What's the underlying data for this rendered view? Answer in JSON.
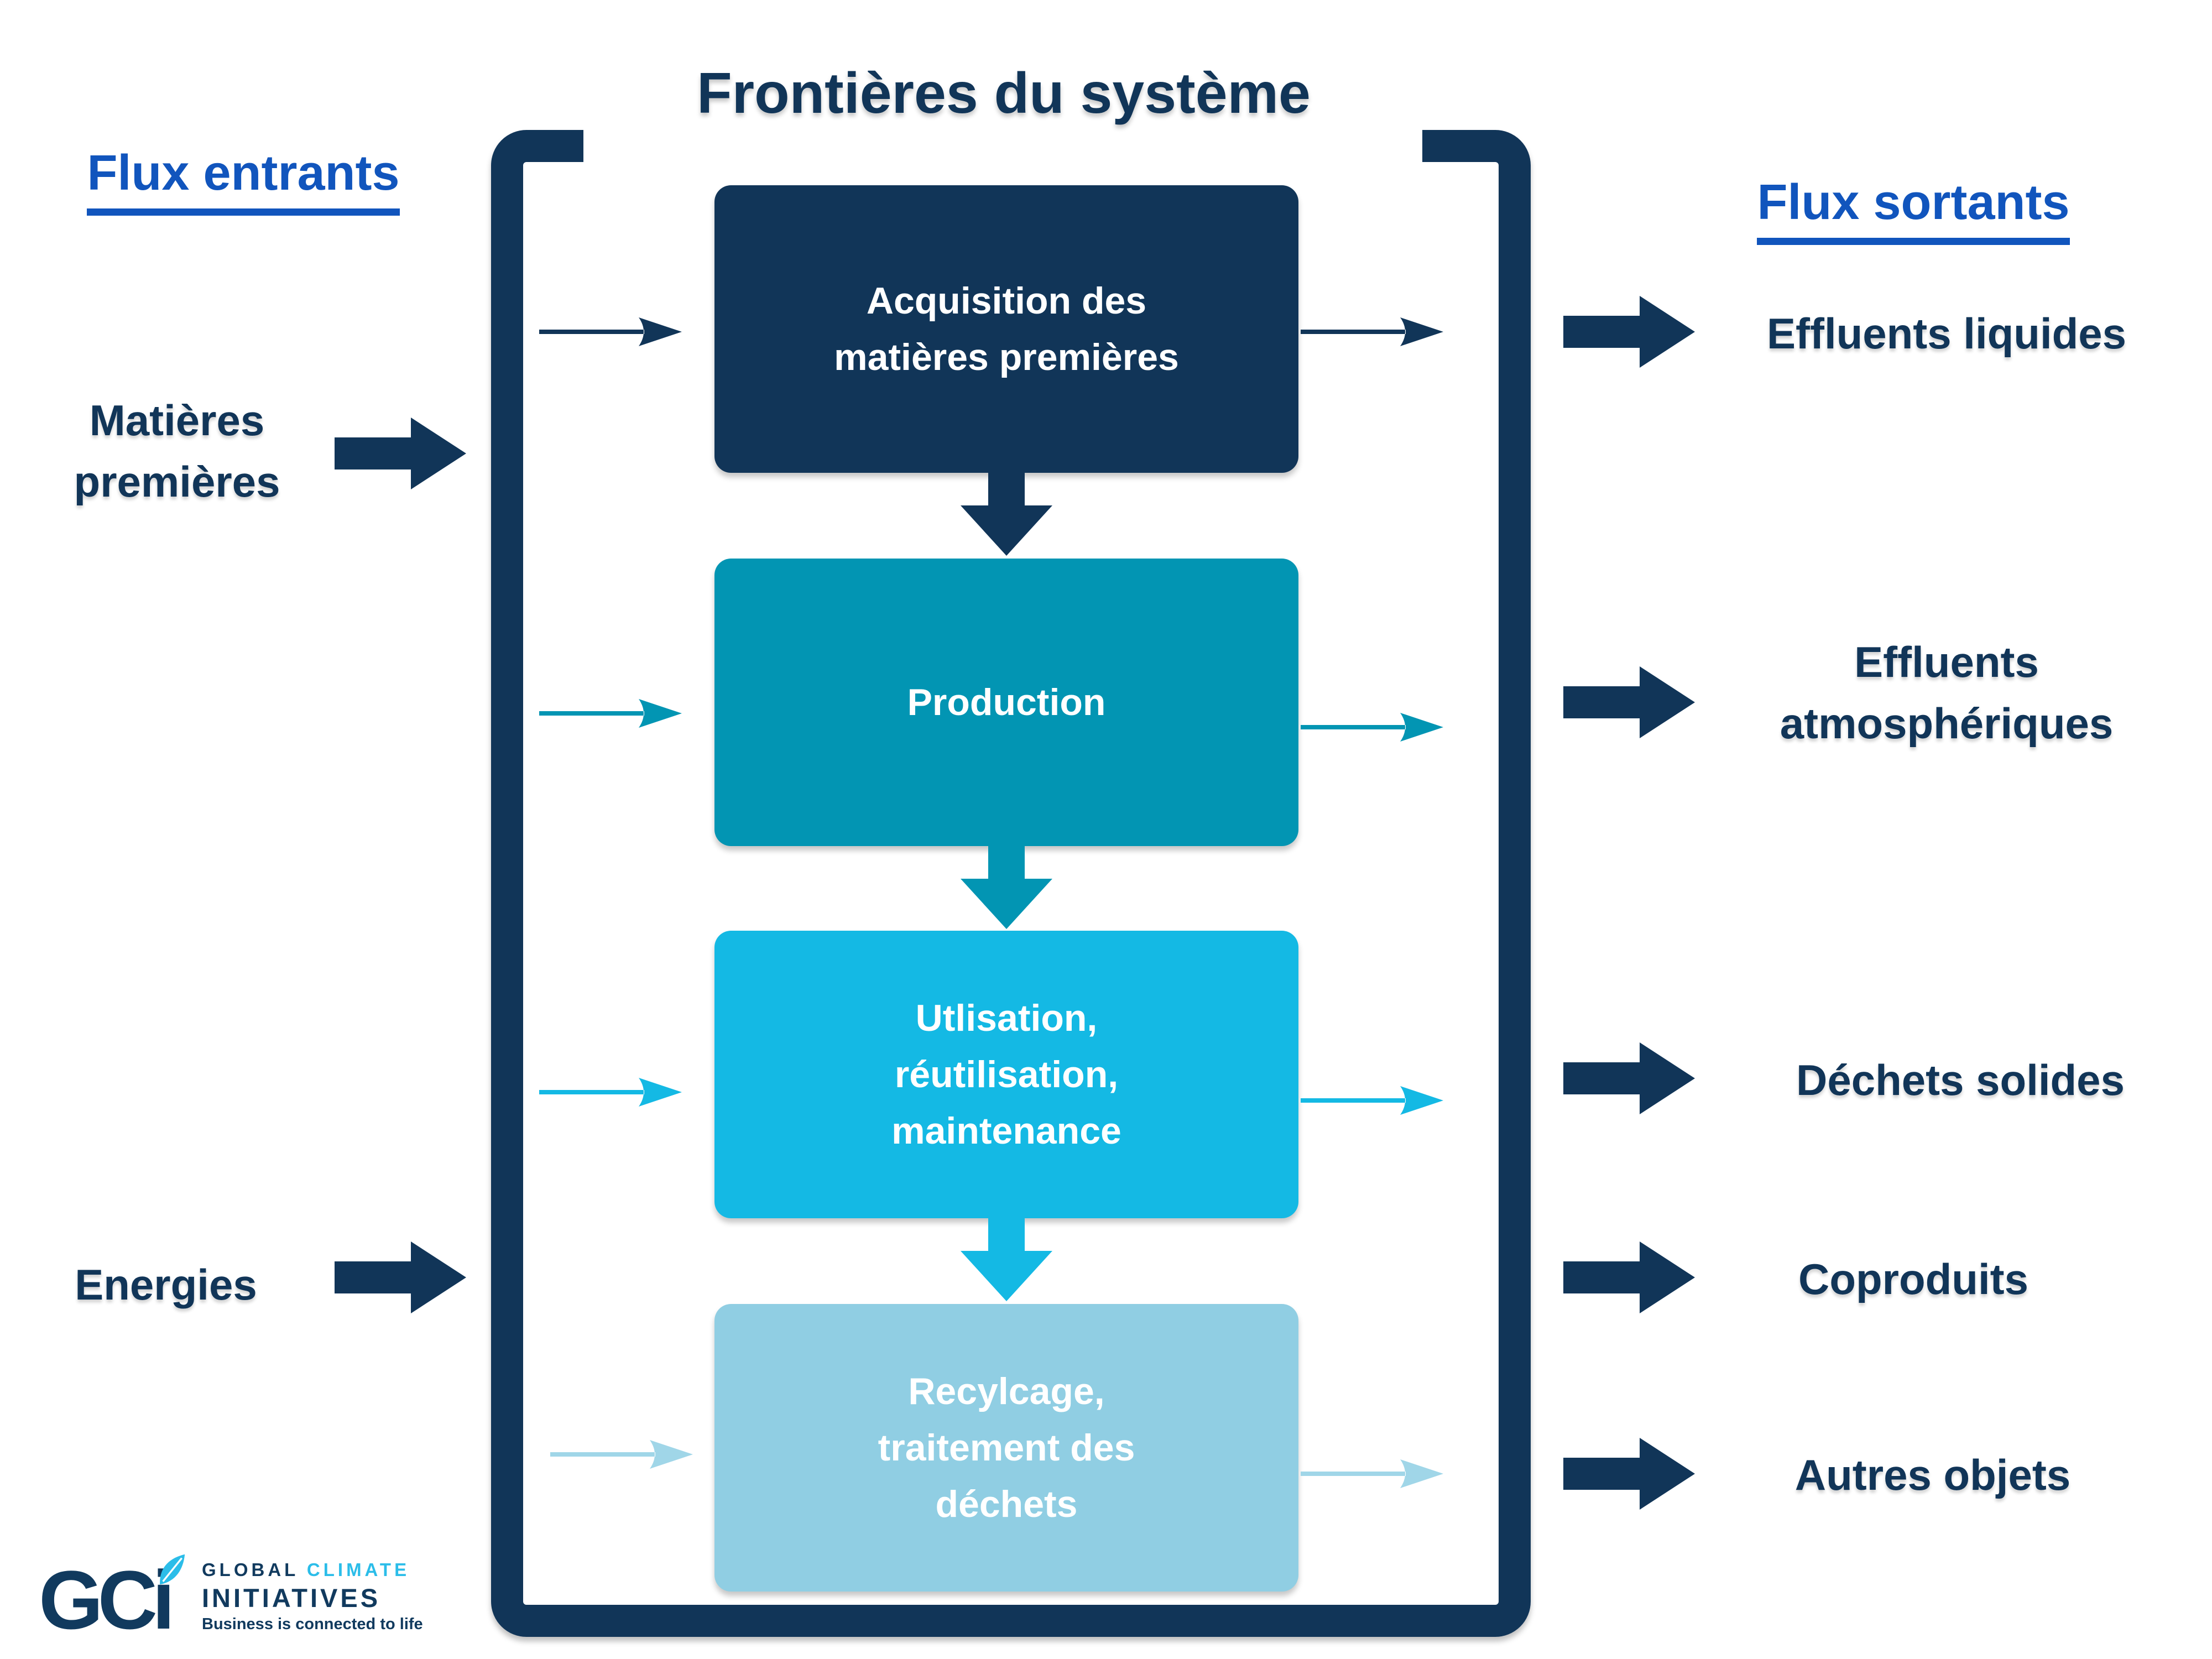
{
  "title": "Frontières du système",
  "inflows": {
    "heading": "Flux entrants",
    "items": [
      {
        "label": "Matières\npremières"
      },
      {
        "label": "Energies"
      }
    ]
  },
  "outflows": {
    "heading": "Flux sortants",
    "items": [
      {
        "label": "Effluents liquides"
      },
      {
        "label": "Effluents\natmosphériques"
      },
      {
        "label": "Déchets solides"
      },
      {
        "label": "Coproduits"
      },
      {
        "label": "Autres objets"
      }
    ]
  },
  "process_boxes": [
    {
      "label": "Acquisition des\nmatières premières",
      "color": "#113558"
    },
    {
      "label": "Production",
      "color": "#0295B3"
    },
    {
      "label": "Utlisation,\nréutilisation,\nmaintenance",
      "color": "#14B9E4"
    },
    {
      "label": "Recylcage,\ntraitement des\ndéchets",
      "color": "#90CEE3"
    }
  ],
  "colors": {
    "navy": "#113558",
    "heading_blue": "#1155BD",
    "teal": "#0295B3",
    "cyan": "#14B9E4",
    "pale_blue": "#90CEE3",
    "pale_arrow": "#A0D6E8",
    "logo_cyan": "#2BBDE9"
  },
  "logo": {
    "monogram": "GCi",
    "word_global": "GLOBAL",
    "word_climate": "CLIMATE",
    "word_initiatives": "INITIATIVES",
    "tagline": "Business is connected to life"
  }
}
